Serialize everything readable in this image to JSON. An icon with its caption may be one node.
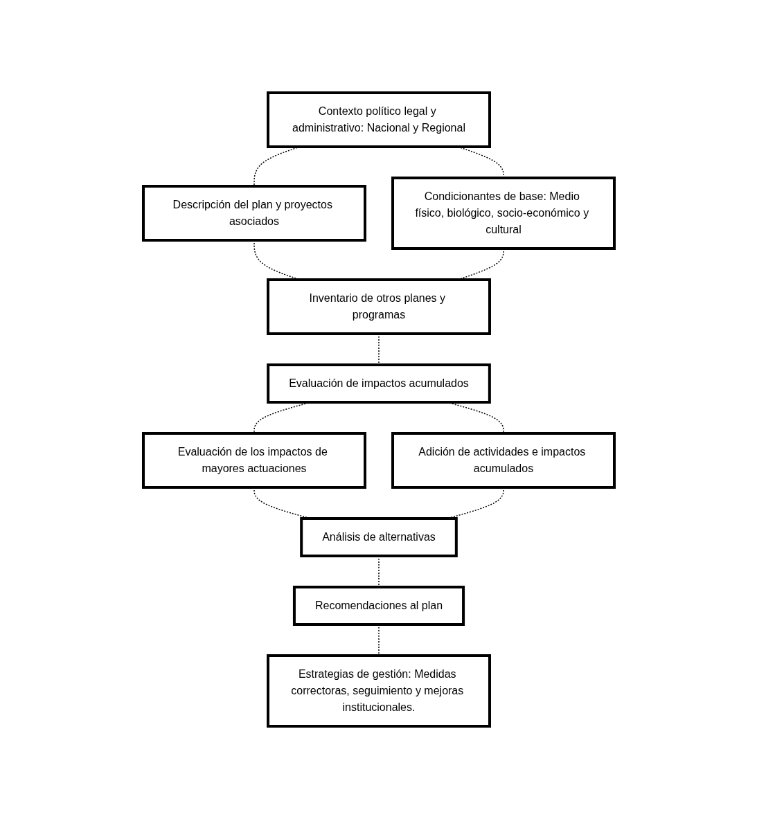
{
  "diagram": {
    "nodes": [
      {
        "text": [
          "Contexto político legal y administrativo: Nacional y Regional"
        ]
      },
      {
        "text": [
          "Descripción del plan y proyectos asociados"
        ]
      },
      {
        "text": [
          "Condicionantes de base: Medio físico, biológico, socio-económico y cultural"
        ]
      },
      {
        "text": [
          "Inventario de otros planes y programas"
        ]
      },
      {
        "text": [
          "Evaluación de impactos acumulados"
        ]
      },
      {
        "text": [
          "Evaluación de los impactos de mayores actuaciones"
        ]
      },
      {
        "text": [
          "Adición de actividades e impactos acumulados"
        ]
      },
      {
        "text": [
          "Análisis de alternativas"
        ]
      },
      {
        "text": [
          "Recomendaciones al plan"
        ]
      },
      {
        "text": [
          "Estrategias de gestión: Medidas correctoras, seguimiento y mejoras institucionales."
        ]
      }
    ],
    "edges": [
      {
        "from": 0,
        "to": 1,
        "arrow": "none",
        "style": "dashed"
      },
      {
        "from": 0,
        "to": 2,
        "arrow": "none",
        "style": "dashed"
      },
      {
        "from": 1,
        "to": 3,
        "arrow": "none",
        "style": "dashed"
      },
      {
        "from": 2,
        "to": 3,
        "arrow": "none",
        "style": "dashed"
      },
      {
        "from": 3,
        "to": 4,
        "arrow": "none",
        "style": "dashed"
      },
      {
        "from": 4,
        "to": 5,
        "arrow": "none",
        "style": "dashed"
      },
      {
        "from": 4,
        "to": 6,
        "arrow": "none",
        "style": "dashed"
      },
      {
        "from": 5,
        "to": 7,
        "arrow": "none",
        "style": "dashed"
      },
      {
        "from": 6,
        "to": 7,
        "arrow": "none",
        "style": "dashed"
      },
      {
        "from": 7,
        "to": 8,
        "arrow": "none",
        "style": "dashed"
      },
      {
        "from": 8,
        "to": 9,
        "arrow": "none",
        "style": "dashed"
      }
    ]
  }
}
